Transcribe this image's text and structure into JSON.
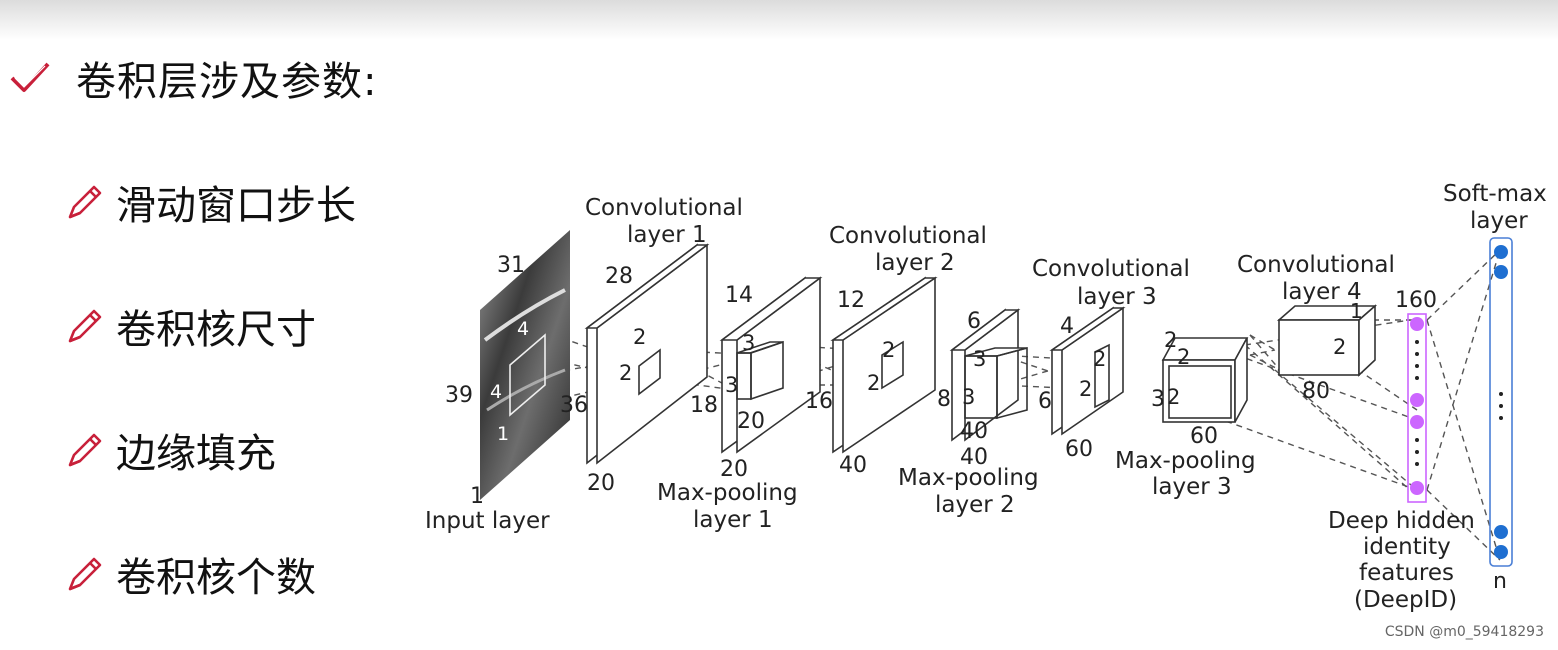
{
  "heading": "卷积层涉及参数:",
  "bullets": [
    "滑动窗口步长",
    "卷积核尺寸",
    "边缘填充",
    "卷积核个数"
  ],
  "icons": {
    "heading": "checkmark-icon",
    "bullet": "pencil-icon"
  },
  "colors": {
    "accent": "#c8203a",
    "neuron_purple": "#cc66ff",
    "neuron_blue": "#1f6fd1"
  },
  "diagram": {
    "input": {
      "title": "Input layer",
      "h": "39",
      "w": "31",
      "c": "1",
      "k1": "4",
      "k2": "4",
      "k3": "1"
    },
    "conv1": {
      "title1": "Convolutional",
      "title2": "layer 1",
      "d": "28",
      "h": "36",
      "c": "20",
      "k1": "2",
      "k2": "2"
    },
    "pool1": {
      "title1": "Max-pooling",
      "title2": "layer 1",
      "d": "14",
      "h": "18",
      "c": "20",
      "c2": "20",
      "k1": "3",
      "k2": "3"
    },
    "conv2": {
      "title1": "Convolutional",
      "title2": "layer 2",
      "d": "12",
      "h": "16",
      "c": "40",
      "k1": "2",
      "k2": "2"
    },
    "pool2": {
      "title1": "Max-pooling",
      "title2": "layer 2",
      "d": "6",
      "h": "8",
      "c": "40",
      "c2": "40",
      "k1": "3",
      "k2": "3"
    },
    "conv3": {
      "title1": "Convolutional",
      "title2": "layer 3",
      "d": "4",
      "h": "6",
      "c": "60",
      "k1": "2",
      "k2": "2"
    },
    "pool3": {
      "title1": "Max-pooling",
      "title2": "layer 3",
      "d": "2",
      "h": "3",
      "c": "60",
      "k1": "2",
      "k2": "2"
    },
    "conv4": {
      "title1": "Convolutional",
      "title2": "layer 4",
      "d": "1",
      "h": "2",
      "c": "80"
    },
    "deepid": {
      "count": "160",
      "l1": "Deep hidden",
      "l2": "identity",
      "l3": "features",
      "l4": "(DeepID)"
    },
    "softmax": {
      "title1": "Soft-max",
      "title2": "layer",
      "n": "n"
    }
  },
  "watermark": "CSDN @m0_59418293"
}
